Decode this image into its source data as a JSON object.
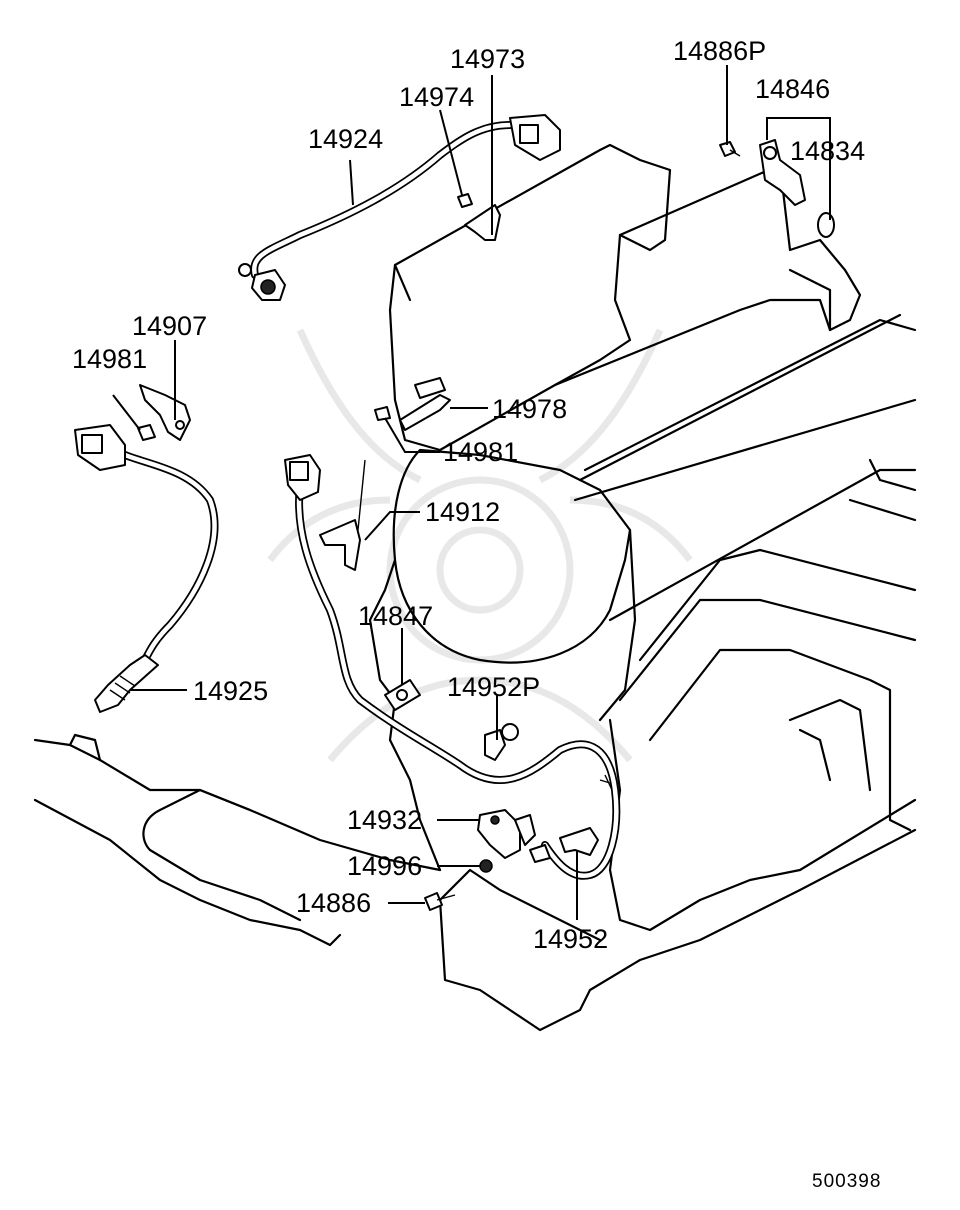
{
  "diagram": {
    "part_labels": {
      "p14973": "14973",
      "p14974": "14974",
      "p14924": "14924",
      "p14886P": "14886P",
      "p14846": "14846",
      "p14834": "14834",
      "p14907": "14907",
      "p14981_left": "14981",
      "p14978": "14978",
      "p14981_mid": "14981",
      "p14912": "14912",
      "p14847": "14847",
      "p14925": "14925",
      "p14952P": "14952P",
      "p14932": "14932",
      "p14996": "14996",
      "p14886": "14886",
      "p14952": "14952"
    },
    "reference_code": "500398"
  }
}
